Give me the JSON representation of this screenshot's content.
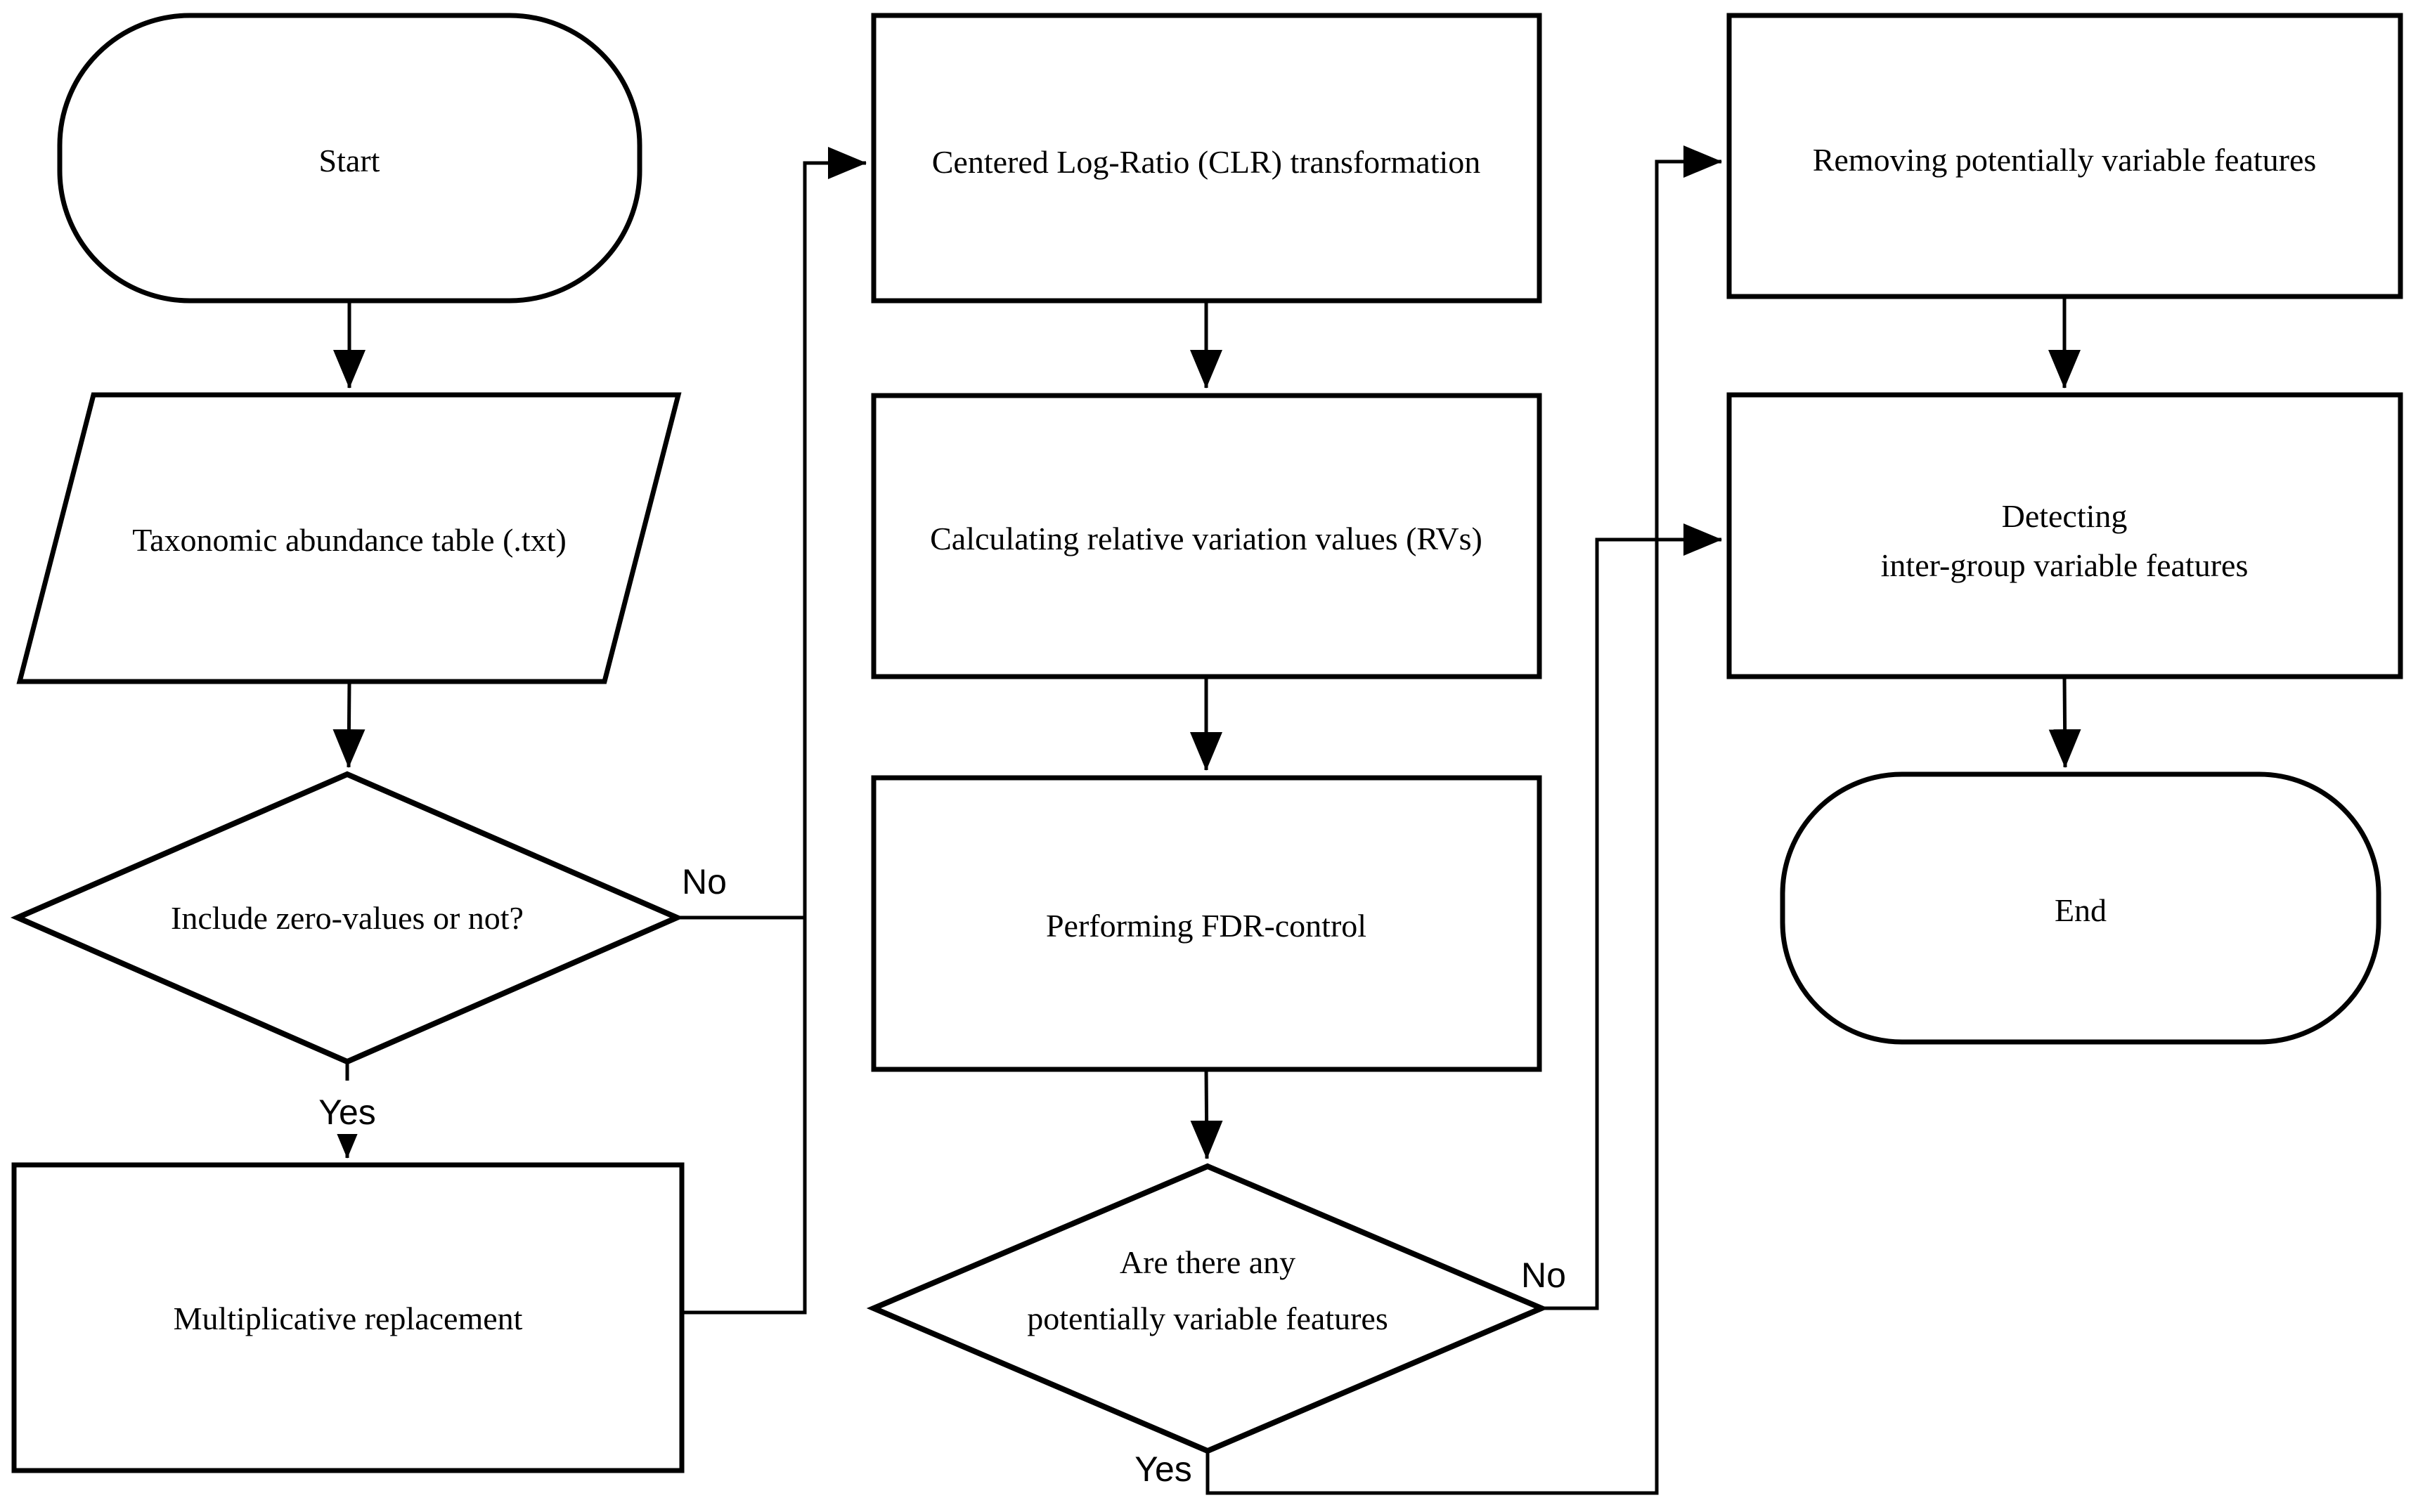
{
  "diagram": {
    "colors": {
      "stroke": "#000000",
      "background": "#ffffff"
    },
    "nodes": {
      "start": {
        "type": "terminator",
        "label": "Start"
      },
      "input": {
        "type": "io",
        "label": "Taxonomic abundance table (.txt)"
      },
      "decision_zero": {
        "type": "decision",
        "label": "Include zero-values or not?"
      },
      "mult_replacement": {
        "type": "process",
        "label": "Multiplicative replacement"
      },
      "clr": {
        "type": "process",
        "label": "Centered Log-Ratio (CLR) transformation"
      },
      "rv": {
        "type": "process",
        "label": "Calculating relative variation values (RVs)"
      },
      "fdr": {
        "type": "process",
        "label": "Performing FDR-control"
      },
      "decision_variable": {
        "type": "decision",
        "line1": "Are there any",
        "line2": "potentially variable features"
      },
      "removing": {
        "type": "process",
        "label": "Removing potentially variable features"
      },
      "detecting": {
        "type": "process",
        "line1": "Detecting",
        "line2": "inter-group variable features"
      },
      "end": {
        "type": "terminator",
        "label": "End"
      }
    },
    "edge_labels": {
      "zero_no": "No",
      "zero_yes": "Yes",
      "variable_no": "No",
      "variable_yes": "Yes"
    }
  }
}
